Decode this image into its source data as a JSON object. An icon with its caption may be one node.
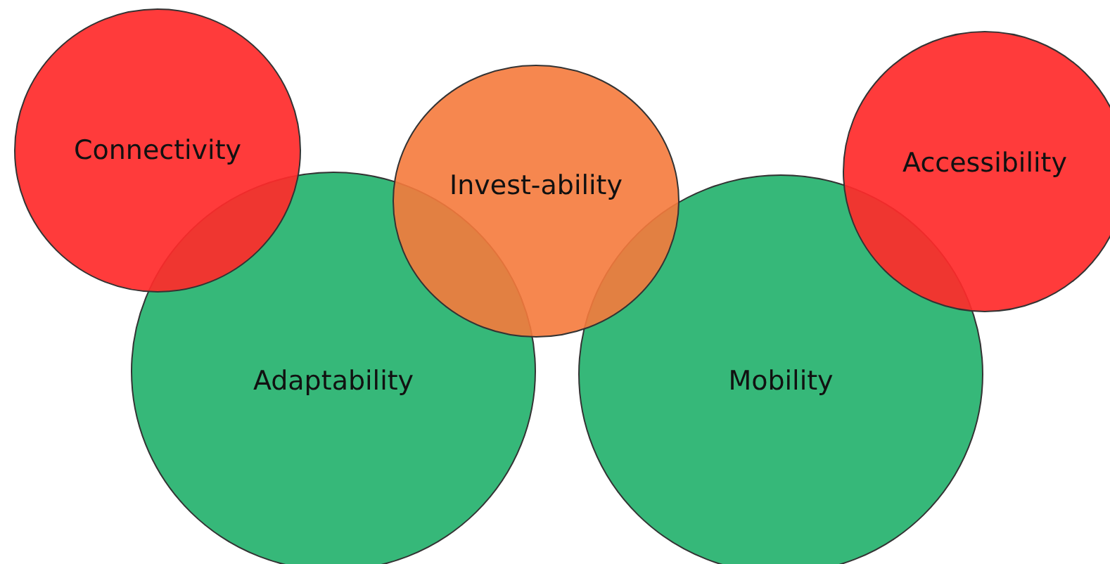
{
  "diagram": {
    "nodes": [
      {
        "text": [
          "Connectivity"
        ]
      },
      {
        "text": [
          "Accessibility"
        ]
      },
      {
        "text": [
          "Invest-ability"
        ]
      },
      {
        "text": [
          "Adaptability"
        ]
      },
      {
        "text": [
          "Mobility"
        ]
      }
    ]
  }
}
